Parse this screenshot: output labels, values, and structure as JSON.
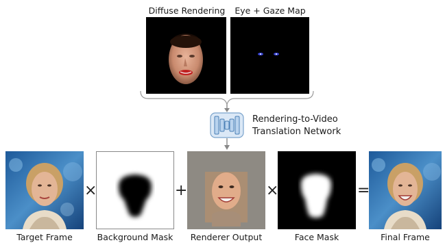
{
  "top": {
    "diffuse_label": "Diffuse Rendering",
    "gaze_label": "Eye + Gaze Map"
  },
  "network": {
    "line1": "Rendering-to-Video",
    "line2": "Translation Network"
  },
  "bottom": {
    "target_label": "Target Frame",
    "bgmask_label": "Background Mask",
    "renderer_label": "Renderer Output",
    "facemask_label": "Face Mask",
    "final_label": "Final Frame"
  },
  "operators": {
    "times1": "×",
    "plus": "+",
    "times2": "×",
    "equals": "="
  },
  "colors": {
    "network_fill": "#b9d3ee",
    "network_stroke": "#4a7fb5",
    "arrow": "#888888"
  }
}
